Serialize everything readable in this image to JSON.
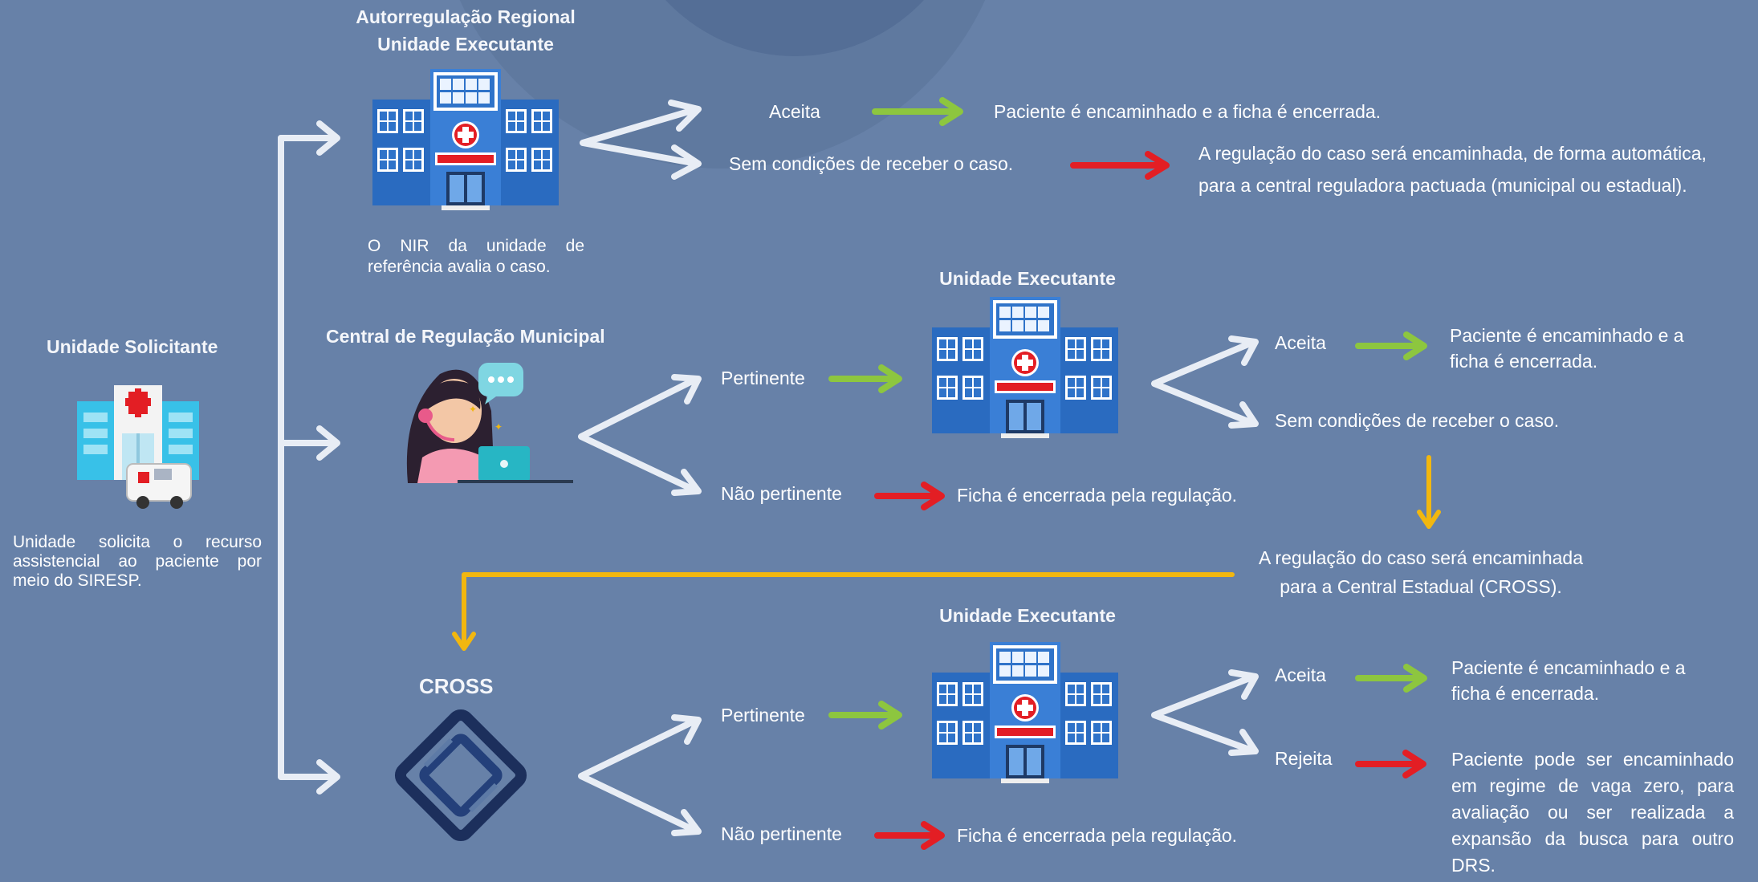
{
  "colors": {
    "background": "#6781a8",
    "flow_arrow": "#e8edf5",
    "accept_arrow": "#8dc63f",
    "reject_arrow": "#e31e24",
    "escalation_arrow": "#f2b70f",
    "hospital_blue": "#2f73c9",
    "cross_logo": "#1c2f5c"
  },
  "left": {
    "title": "Unidade Solicitante",
    "description": "Unidade solicita o recurso assistencial ao paciente por meio do SIRESP."
  },
  "branch1": {
    "title_line1": "Autorregulação Regional",
    "title_line2": "Unidade Executante",
    "description": "O NIR da unidade de referência avalia o caso.",
    "accept_label": "Aceita",
    "accept_result": "Paciente é encaminhado e a ficha é encerrada.",
    "reject_label": "Sem condições de receber o caso.",
    "reject_result_line1": "A regulação do caso será encaminhada, de forma automática,",
    "reject_result_line2": "para a central reguladora pactuada (municipal ou estadual)."
  },
  "branch2": {
    "title": "Central de Regulação Municipal",
    "pertinent_label": "Pertinente",
    "not_pertinent_label": "Não pertinente",
    "not_pertinent_result": "Ficha é encerrada pela regulação.",
    "unit_title": "Unidade Executante",
    "accept_label": "Aceita",
    "accept_result": "Paciente é encaminhado e a ficha é encerrada.",
    "reject_label": "Sem condições de receber o caso.",
    "escalation_line1": "A regulação do caso será encaminhada",
    "escalation_line2": "para a Central Estadual (CROSS)."
  },
  "branch3": {
    "title": "CROSS",
    "pertinent_label": "Pertinente",
    "not_pertinent_label": "Não pertinente",
    "not_pertinent_result": "Ficha é encerrada pela regulação.",
    "unit_title": "Unidade Executante",
    "accept_label": "Aceita",
    "accept_result": "Paciente é encaminhado e a ficha é encerrada.",
    "reject_label": "Rejeita",
    "reject_result": "Paciente pode ser encaminhado em regime de vaga zero, para avaliação ou ser realizada a expansão da busca para outro DRS."
  },
  "icons": {
    "requesting_hospital": "hospital-ambulance-icon",
    "executing_hospital": "hospital-building-icon",
    "municipal_operator": "call-center-operator-icon",
    "cross_logo": "cross-logo-icon"
  }
}
